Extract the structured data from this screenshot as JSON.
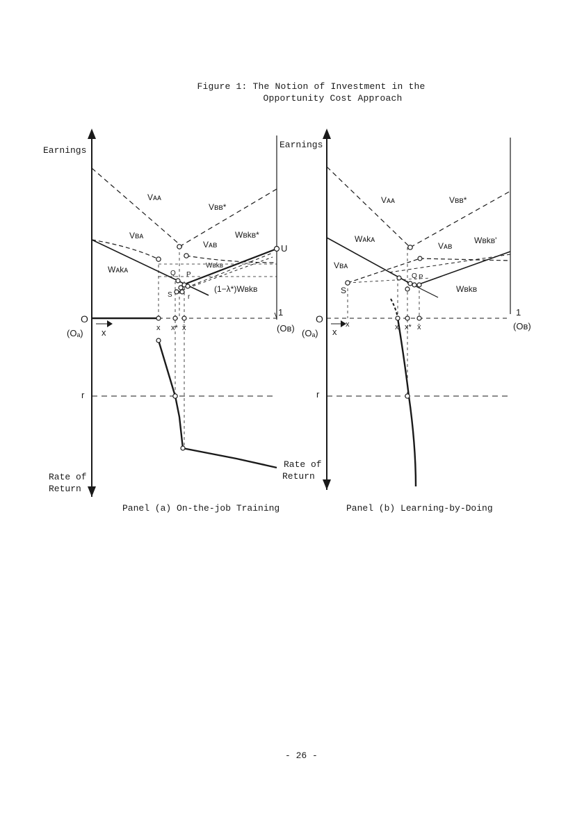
{
  "figure": {
    "title_line1": "Figure 1:  The Notion of Investment in the",
    "title_line2": "Opportunity Cost Approach"
  },
  "panel_a": {
    "caption": "Panel (a)  On-the-job Training",
    "earnings_label": "Earnings",
    "rate_of_return_label_left_1": "Rate of",
    "rate_of_return_label_left_2": "Return",
    "rate_of_return_label_right_1": "Rate of",
    "rate_of_return_label_right_2": "Return",
    "origin_label": "O",
    "origin_alt_label": "(Oₐ)",
    "one_label": "1",
    "ob_label": "(Oʙ)",
    "x_axis_label": "x",
    "r_label": "r",
    "curve_labels": {
      "vaa": "Vᴀᴀ",
      "vbb_star": "Vʙʙ*",
      "vba": "Vʙᴀ",
      "vab": "Vᴀʙ",
      "wbkb_star": "Wʙkʙ*",
      "waka": "Wᴀkᴀ",
      "wbkb_small": "Wʙkʙ",
      "one_minus_lambda": "(1−λ*)Wʙkʙ",
      "u": "U",
      "q": "Q",
      "p": "P",
      "s": "S",
      "r_small": "r"
    },
    "tick_labels": [
      "x",
      "x*",
      "x̄"
    ]
  },
  "panel_b": {
    "caption": "Panel (b)  Learning-by-Doing",
    "earnings_label": "Earnings",
    "origin_label": "O",
    "origin_alt_label": "(Oₐ)",
    "one_label": "1",
    "ob_label": "(Oʙ)",
    "x_axis_label": "x",
    "r_label": "r",
    "curve_labels": {
      "vaa": "Vᴀᴀ",
      "vbb_star": "Vʙʙ*",
      "vba": "Vʙᴀ",
      "vab": "Vᴀʙ",
      "wbkb_prime": "Wʙkʙ'",
      "waka": "Wᴀkᴀ",
      "wbkb": "Wʙkʙ",
      "q": "Q",
      "p": "P",
      "s": "S"
    },
    "tick_labels": [
      "x",
      "x",
      "x*",
      "x̄"
    ]
  },
  "page_number": "- 26 -"
}
